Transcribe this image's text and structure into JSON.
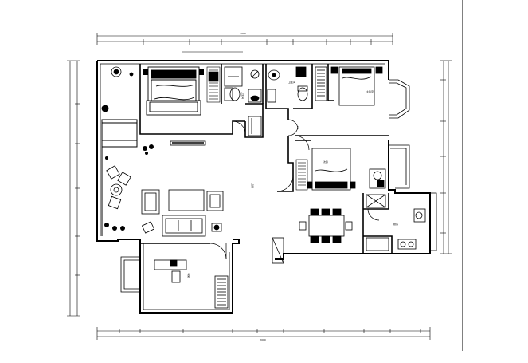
{
  "drawing": {
    "room_labels": {
      "bathroom_left": "卫生间",
      "bathroom_right": "卫生间",
      "bedroom_master": "主卧室",
      "bedroom_second": "次卧",
      "living_room": "客厅",
      "kitchen": "厨房",
      "study_desk": "书桌"
    },
    "dimensions": {
      "top_overall": "2000",
      "bottom_overall": "2000"
    }
  }
}
